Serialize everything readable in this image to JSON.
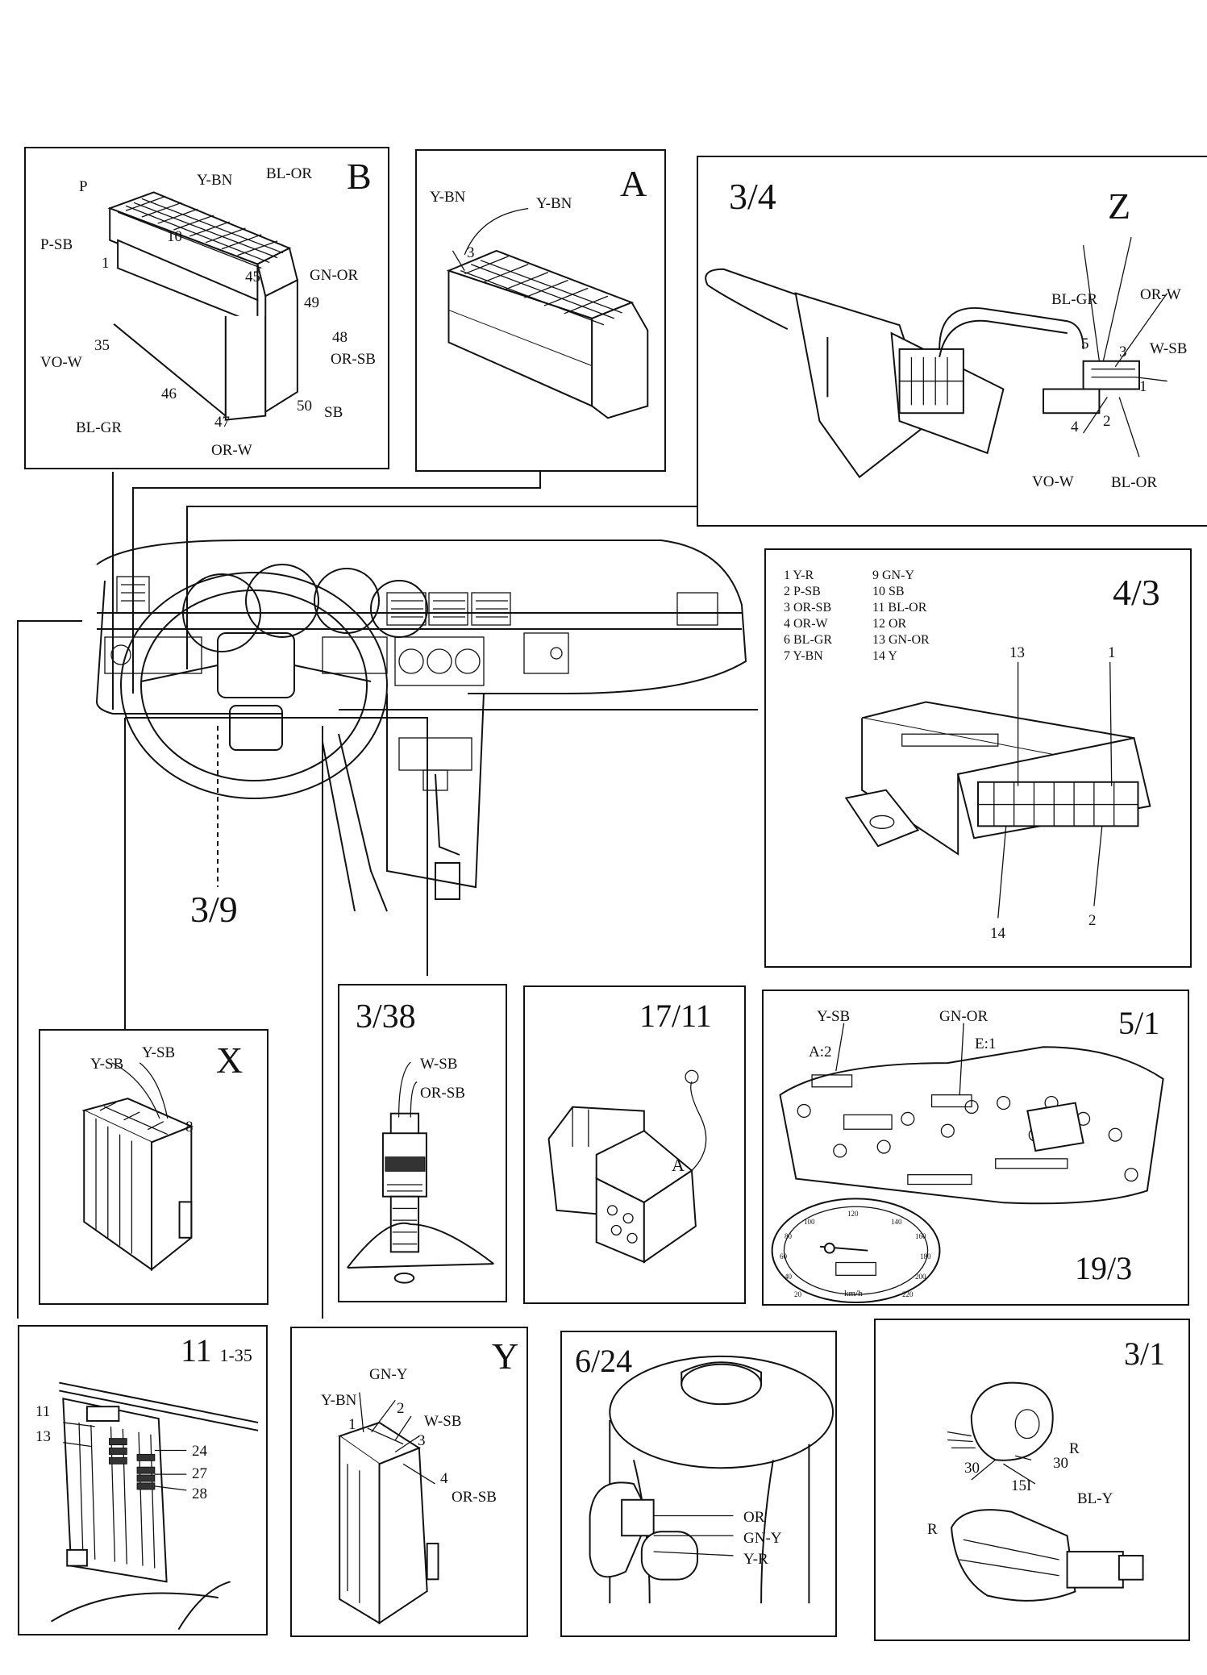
{
  "dashboard": {
    "ref_label": "3/9"
  },
  "panels": {
    "B": {
      "title": "B",
      "labels": [
        "P",
        "Y-BN",
        "BL-OR",
        "P-SB",
        "1",
        "10",
        "45",
        "GN-OR",
        "49",
        "48",
        "OR-SB",
        "35",
        "VO-W",
        "46",
        "BL-GR",
        "50",
        "SB",
        "47",
        "OR-W"
      ]
    },
    "A": {
      "title": "A",
      "labels": [
        "Y-BN",
        "Y-BN",
        "3"
      ]
    },
    "Z": {
      "title": "Z",
      "ref": "3/4",
      "labels": [
        "BL-GR",
        "OR-W",
        "5",
        "3",
        "W-SB",
        "1",
        "4",
        "2",
        "VO-W",
        "BL-OR"
      ]
    },
    "p43": {
      "title": "4/3",
      "legend_left": [
        "1  Y-R",
        "2  P-SB",
        "3  OR-SB",
        "4  OR-W",
        "6  BL-GR",
        "7  Y-BN"
      ],
      "legend_right": [
        "9  GN-Y",
        "10  SB",
        "11  BL-OR",
        "12  OR",
        "13  GN-OR",
        "14  Y"
      ],
      "pins": [
        "13",
        "1",
        "14",
        "2"
      ]
    },
    "X": {
      "title": "X",
      "labels": [
        "Y-SB",
        "Y-SB",
        "8"
      ]
    },
    "p338": {
      "title": "3/38",
      "labels": [
        "W-SB",
        "OR-SB"
      ]
    },
    "p1711": {
      "title": "17/11",
      "labels": [
        "A"
      ]
    },
    "p51": {
      "title": "5/1",
      "labels": [
        "Y-SB",
        "GN-OR",
        "A:2",
        "E:1"
      ],
      "ref2": "19/3",
      "gauge_ticks": [
        "20",
        "40",
        "60",
        "80",
        "100",
        "120",
        "140",
        "160",
        "180",
        "200",
        "220"
      ],
      "gauge_unit": "km/h"
    },
    "p11": {
      "title": "11",
      "range": "1-35",
      "labels": [
        "11",
        "13",
        "24",
        "27",
        "28"
      ]
    },
    "Y": {
      "title": "Y",
      "labels": [
        "GN-Y",
        "Y-BN",
        "2",
        "W-SB",
        "1",
        "3",
        "4",
        "OR-SB"
      ]
    },
    "p624": {
      "title": "6/24",
      "labels": [
        "OR",
        "GN-Y",
        "Y-R"
      ]
    },
    "p31": {
      "title": "3/1",
      "labels": [
        "R",
        "30",
        "30",
        "15I",
        "BL-Y",
        "R"
      ]
    }
  }
}
